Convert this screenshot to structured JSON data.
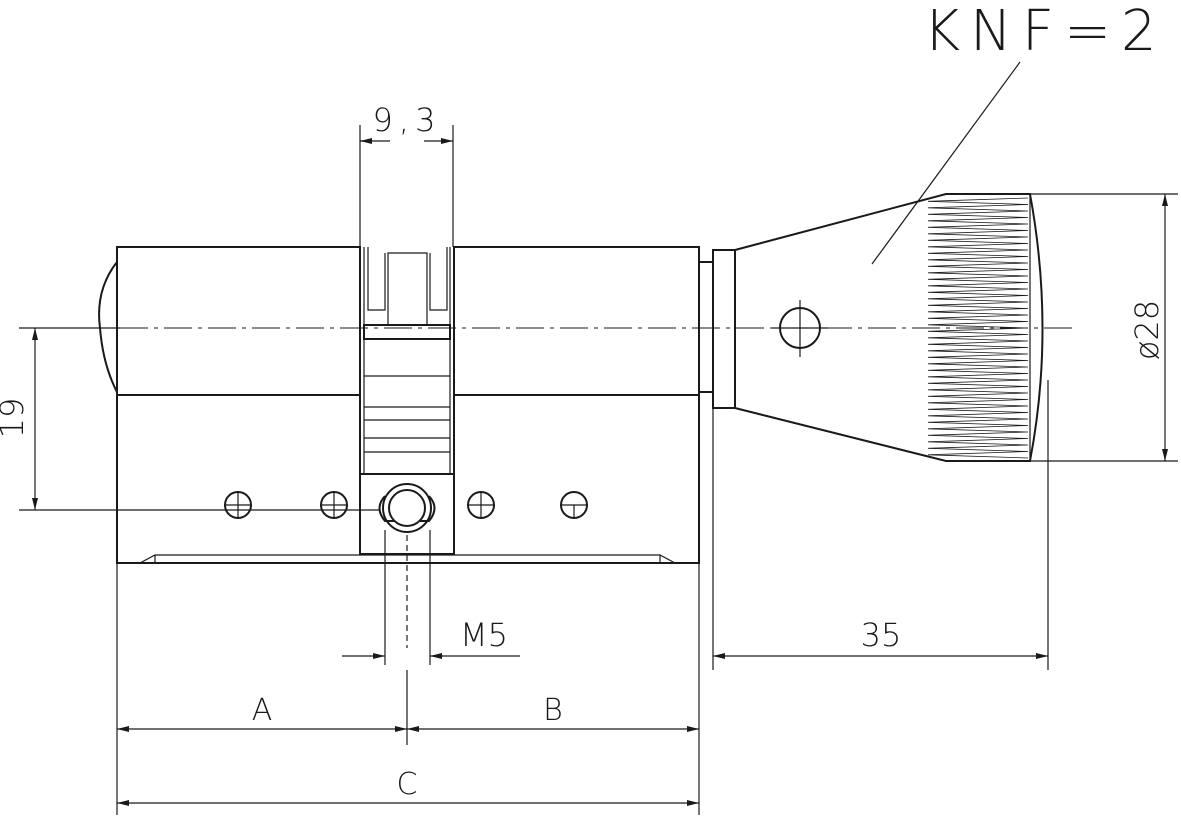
{
  "drawing": {
    "annotation_knurl": "KNF=2",
    "dim_cam_width": "9,3",
    "dim_height": "19",
    "dim_knob_diameter": "ø28",
    "dim_thread": "M5",
    "dim_knob_length": "35",
    "dim_a": "A",
    "dim_b": "B",
    "dim_c": "C"
  }
}
